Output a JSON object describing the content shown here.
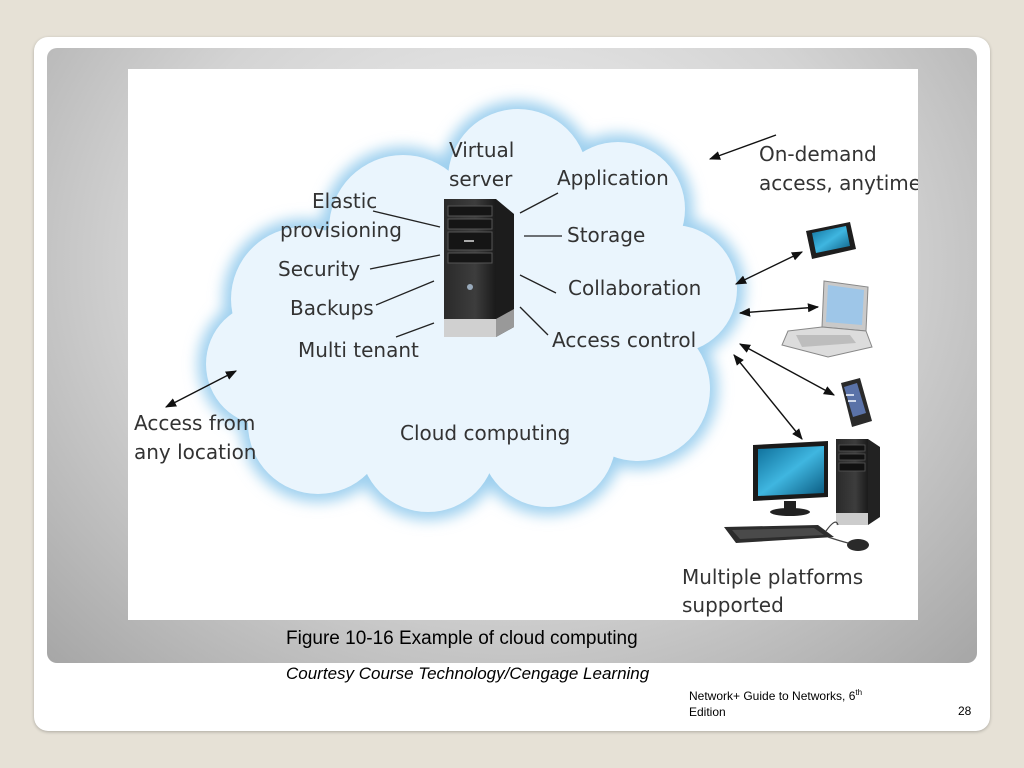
{
  "figure": {
    "cloud_services": {
      "elastic_line1": "Elastic",
      "elastic_line2": "provisioning",
      "security": "Security",
      "backups": "Backups",
      "multi_tenant": "Multi tenant",
      "virtual_line1": "Virtual",
      "virtual_line2": "server",
      "application": "Application",
      "storage": "Storage",
      "collaboration": "Collaboration",
      "access_control": "Access control",
      "cloud_computing": "Cloud computing"
    },
    "on_demand_line1": "On-demand",
    "on_demand_line2": "access, anytime",
    "access_from_line1": "Access from",
    "access_from_line2": "any location",
    "platforms_line1": "Multiple platforms",
    "platforms_line2": "supported"
  },
  "caption": "Figure 10-16 Example of cloud computing",
  "credit": "Courtesy Course Technology/Cengage Learning",
  "footer": {
    "book_title": "Network+ Guide to Networks, 6",
    "book_sup": "th",
    "book_edition": "Edition",
    "page_number": "28"
  },
  "colors": {
    "cloud_fill": "#e8f4fd",
    "cloud_glow": "#a8d4f0",
    "background": "#e6e1d6"
  }
}
